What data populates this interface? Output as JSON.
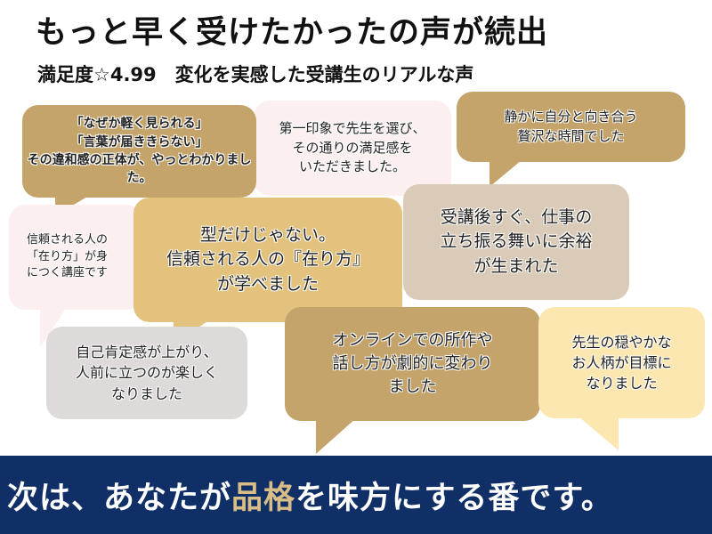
{
  "title": "もっと早く受けたかったの声が続出",
  "subtitle": "満足度☆4.99　変化を実感した受講生のリアルな声",
  "bubbles": [
    "「なぜか軽く見られる」\n「言葉が届ききらない」\nその違和感の正体が、やっとわかりました。",
    "第一印象で先生を選び、\nその通りの満足感を\nいただきました。",
    "静かに自分と向き合う\n贅沢な時間でした",
    "信頼される人の\n「在り方」が身\nにつく講座です",
    "型だけじゃない。\n信頼される人の『在り方』\nが学べました",
    "受講後すぐ、仕事の\n立ち振る舞いに余裕\nが生まれた",
    "自己肯定感が上がり、\n人前に立つのが楽しく\nなりました",
    "オンラインでの所作や\n話し方が劇的に変わり\nました",
    "先生の穏やかな\nお人柄が目標に\nなりました"
  ],
  "banner": {
    "before": "次は、あなたが",
    "accent": "品格",
    "after": "を味方にする番です。"
  },
  "colors": {
    "dark_tan": "#c4a46a",
    "gold": "#e3c27e",
    "pink": "#fbeff0",
    "beige": "#d9cbb7",
    "grey": "#dedada",
    "cream": "#fde7b0",
    "navy": "#0f2f66"
  }
}
